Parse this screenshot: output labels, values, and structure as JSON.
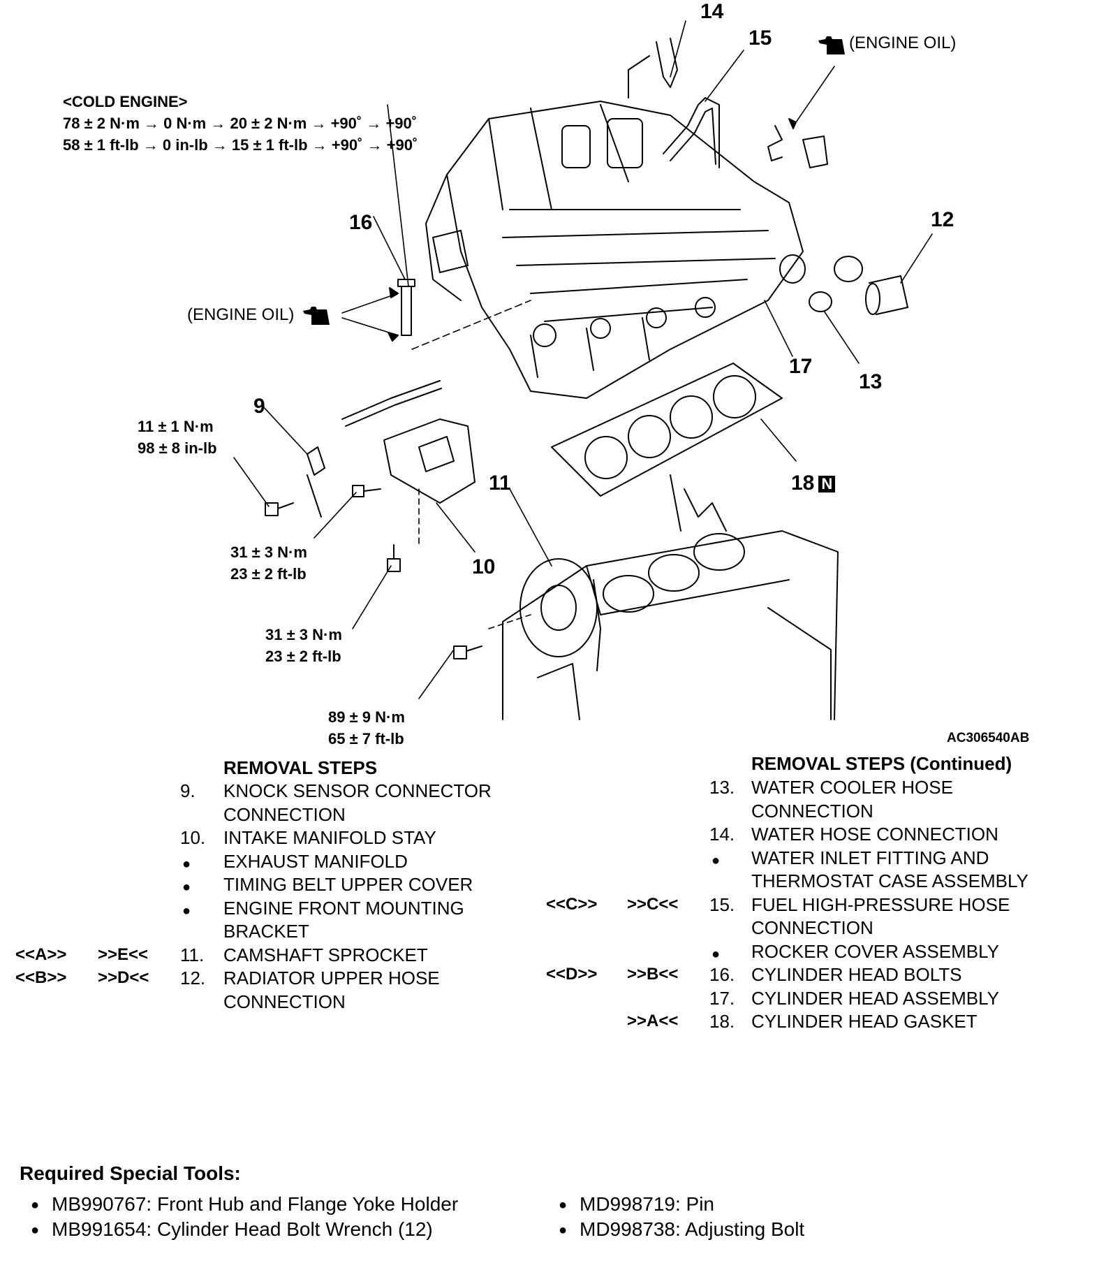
{
  "figure_id": "AC306540AB",
  "callouts": {
    "c9": "9",
    "c10": "10",
    "c11": "11",
    "c12": "12",
    "c13": "13",
    "c14": "14",
    "c15": "15",
    "c16": "16",
    "c17": "17",
    "c18": "18",
    "new_part_mark": "N"
  },
  "torque": {
    "cold_engine_title": "<COLD ENGINE>",
    "cold_engine_nm": "78 ± 2 N·m → 0 N·m → 20 ± 2 N·m → +90˚ → +90˚",
    "cold_engine_ftlb": "58 ± 1 ft-lb → 0 in-lb → 15 ± 1 ft-lb → +90˚ → +90˚",
    "t9_nm": "11 ± 1 N·m",
    "t9_inlb": "98 ± 8 in-lb",
    "t10a_nm": "31 ± 3 N·m",
    "t10a_ftlb": "23 ± 2 ft-lb",
    "t10b_nm": "31 ± 3 N·m",
    "t10b_ftlb": "23 ± 2 ft-lb",
    "t11_nm": "89 ± 9 N·m",
    "t11_ftlb": "65 ± 7 ft-lb"
  },
  "oil_labels": {
    "top": "(ENGINE OIL)",
    "left": "(ENGINE OIL)"
  },
  "removal_left": {
    "heading": "REMOVAL STEPS",
    "rows": [
      {
        "num": "9.",
        "text": "KNOCK SENSOR CONNECTOR"
      },
      {
        "text": "CONNECTION"
      },
      {
        "num": "10.",
        "text": "INTAKE MANIFOLD STAY"
      },
      {
        "bullet": "●",
        "text": "EXHAUST MANIFOLD"
      },
      {
        "bullet": "●",
        "text": "TIMING BELT UPPER COVER"
      },
      {
        "bullet": "●",
        "text": "ENGINE FRONT MOUNTING"
      },
      {
        "text": "BRACKET"
      },
      {
        "code1": "<<A>>",
        "code2": ">>E<<",
        "num": "11.",
        "text": "CAMSHAFT SPROCKET"
      },
      {
        "code1": "<<B>>",
        "code2": ">>D<<",
        "num": "12.",
        "text": "RADIATOR UPPER HOSE"
      },
      {
        "text": "CONNECTION"
      }
    ]
  },
  "removal_right": {
    "heading": "REMOVAL STEPS (Continued)",
    "rows": [
      {
        "num": "13.",
        "text": "WATER COOLER HOSE"
      },
      {
        "text": "CONNECTION"
      },
      {
        "num": "14.",
        "text": "WATER HOSE CONNECTION"
      },
      {
        "bullet": "●",
        "text": "WATER INLET FITTING AND"
      },
      {
        "text": "THERMOSTAT CASE ASSEMBLY"
      },
      {
        "code1": "<<C>>",
        "code2": ">>C<<",
        "num": "15.",
        "text": "FUEL HIGH-PRESSURE HOSE"
      },
      {
        "text": "CONNECTION"
      },
      {
        "bullet": "●",
        "text": "ROCKER COVER ASSEMBLY"
      },
      {
        "code1": "<<D>>",
        "code2": ">>B<<",
        "num": "16.",
        "text": "CYLINDER HEAD BOLTS"
      },
      {
        "num": "17.",
        "text": "CYLINDER HEAD ASSEMBLY"
      },
      {
        "code2": ">>A<<",
        "num": "18.",
        "text": "CYLINDER HEAD GASKET"
      }
    ]
  },
  "special_tools": {
    "heading": "Required Special Tools:",
    "left": [
      "MB990767: Front Hub and Flange Yoke Holder",
      "MB991654: Cylinder Head Bolt Wrench (12)"
    ],
    "right": [
      "MD998719: Pin",
      "MD998738: Adjusting Bolt"
    ],
    "bullet": "●"
  }
}
